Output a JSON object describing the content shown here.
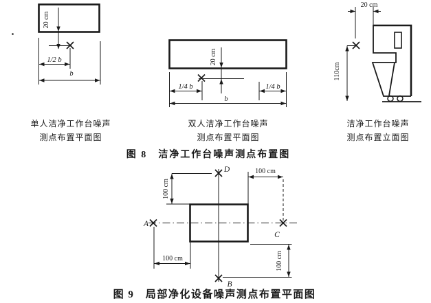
{
  "colors": {
    "ink": "#1a1a1a",
    "paper": "#ffffff"
  },
  "figure8": {
    "caption": "图 8　洁净工作台噪声测点布置图",
    "single_bench": {
      "title_line1": "单人洁净工作台噪声",
      "title_line2": "测点布置平面图",
      "dim_depth": "20 cm",
      "dim_half_width": "1/2 b",
      "dim_width": "b"
    },
    "double_bench": {
      "title_line1": "双人洁净工作台噪声",
      "title_line2": "测点布置平面图",
      "dim_depth": "20 cm",
      "dim_quarter_left": "1/4 b",
      "dim_quarter_right": "1/4 b",
      "dim_width": "b"
    },
    "elevation": {
      "title_line1": "洁净工作台噪声",
      "title_line2": "测点布置立面图",
      "dim_depth": "20 cm",
      "dim_height": "110cm"
    }
  },
  "figure9": {
    "caption": "图 9　局部净化设备噪声测点布置平面图",
    "point_a": "A",
    "point_b": "B",
    "point_c": "C",
    "point_d": "D",
    "dim_top_left": "100 cm",
    "dim_top_right": "100 cm",
    "dim_bottom_left": "100 cm",
    "dim_bottom_right": "100 cm"
  }
}
